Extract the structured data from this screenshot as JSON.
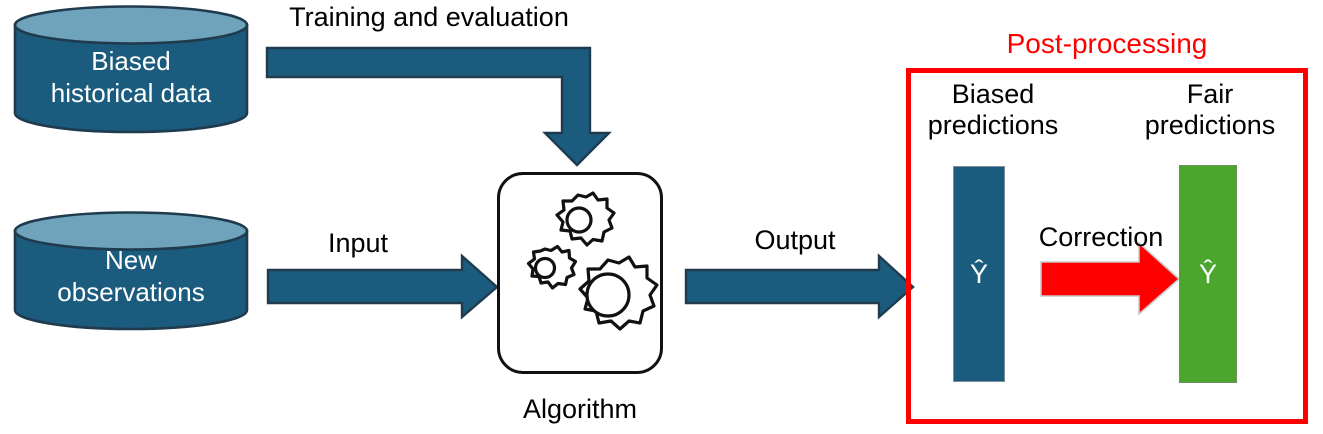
{
  "diagram": {
    "title_post_processing": "Post-processing",
    "sources": [
      {
        "name": "biased-historical-data",
        "line1": "Biased",
        "line2": "historical data"
      },
      {
        "name": "new-observations",
        "line1": "New",
        "line2": "observations"
      }
    ],
    "arrows": [
      {
        "name": "training-and-evaluation-arrow",
        "label": "Training and evaluation"
      },
      {
        "name": "input-arrow",
        "label": "Input"
      },
      {
        "name": "output-arrow",
        "label": "Output"
      },
      {
        "name": "correction-arrow",
        "label": "Correction"
      }
    ],
    "algorithm": {
      "label": "Algorithm",
      "icon": "gears-icon"
    },
    "post_processing": {
      "biased_line1": "Biased",
      "biased_line2": "predictions",
      "fair_line1": "Fair",
      "fair_line2": "predictions",
      "biased_bar_symbol": "Ŷ",
      "fair_bar_symbol": "Ŷ"
    },
    "colors": {
      "blue": "#1B5C7E",
      "blue_light": "#6FA3BC",
      "green": "#4CA62E",
      "red": "#FE0000",
      "outline": "#1F3B4D",
      "black": "#000000",
      "white": "#FFFFFF"
    }
  }
}
